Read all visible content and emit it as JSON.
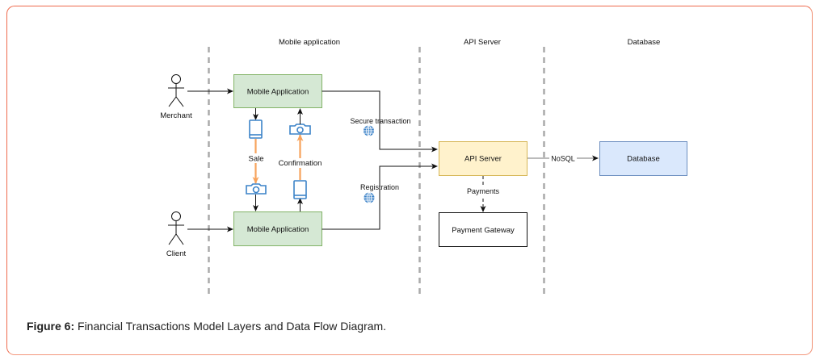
{
  "lanes": {
    "mobile": "Mobile application",
    "api": "API Server",
    "database": "Database"
  },
  "actors": {
    "merchant": "Merchant",
    "client": "Client"
  },
  "boxes": {
    "mobile_top": "Mobile Application",
    "mobile_bottom": "Mobile Application",
    "api_server": "API Server",
    "database": "Database",
    "payment_gateway": "Payment Gateway"
  },
  "edge_labels": {
    "sale": "Sale",
    "confirmation": "Confirmation",
    "secure_transaction": "Secure transaction",
    "registration": "Registration",
    "payments": "Payments",
    "nosql": "NoSQL"
  },
  "icons": {
    "phone": "mobile-phone-icon",
    "camera": "camera-icon",
    "globe": "globe-icon"
  },
  "colors": {
    "mobile_fill": "#d5e8d4",
    "mobile_stroke": "#82b366",
    "api_fill": "#fff2cc",
    "api_stroke": "#d6b656",
    "db_fill": "#dae8fc",
    "db_stroke": "#6c8ebf",
    "orange_flow": "#f7a35c",
    "icon_blue": "#3c83c8",
    "frame": "#ee6a4d"
  },
  "caption": {
    "label": "Figure 6:",
    "text": " Financial Transactions Model Layers and Data Flow Diagram."
  }
}
